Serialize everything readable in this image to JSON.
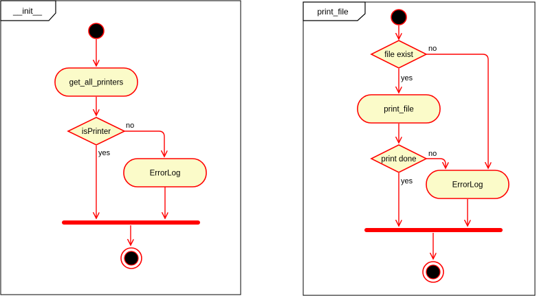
{
  "colors": {
    "line": "#FF0000",
    "node_fill": "#FBFBC9",
    "frame_border": "#000000",
    "node_text": "#000000"
  },
  "diagrams": {
    "left": {
      "title": "__init__",
      "activity": "get_all_printers",
      "decision": "isPrinter",
      "decision_no": "no",
      "decision_yes": "yes",
      "error_activity": "ErrorLog"
    },
    "right": {
      "title": "print_file",
      "decision1": "file exist",
      "decision1_no": "no",
      "decision1_yes": "yes",
      "activity": "print_file",
      "decision2": "print done",
      "decision2_no": "no",
      "decision2_yes": "yes",
      "error_activity": "ErrorLog"
    }
  }
}
